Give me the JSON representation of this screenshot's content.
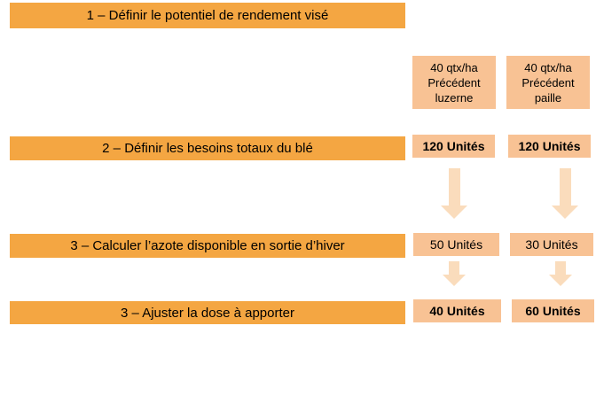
{
  "colors": {
    "background": "#FFFFFF",
    "bar_orange": "#F4A642",
    "box_peach": "#F8C294",
    "arrow_peach": "#FADCBC",
    "text": "#000000"
  },
  "steps": [
    {
      "label": "1 – Définir le potentiel de rendement visé"
    },
    {
      "label": "2 – Définir les besoins totaux du blé"
    },
    {
      "label": "3 – Calculer l’azote disponible en sortie d’hiver"
    },
    {
      "label": "3 – Ajuster la dose à apporter"
    }
  ],
  "scenarios": [
    {
      "header": [
        "40 qtx/ha",
        "Précédent",
        "luzerne"
      ],
      "besoins_totaux": "120 Unités",
      "azote_disponible": "50 Unités",
      "dose_a_apporter": "40 Unités"
    },
    {
      "header": [
        "40 qtx/ha",
        "Précédent",
        "paille"
      ],
      "besoins_totaux": "120 Unités",
      "azote_disponible": "30 Unités",
      "dose_a_apporter": "60 Unités"
    }
  ]
}
